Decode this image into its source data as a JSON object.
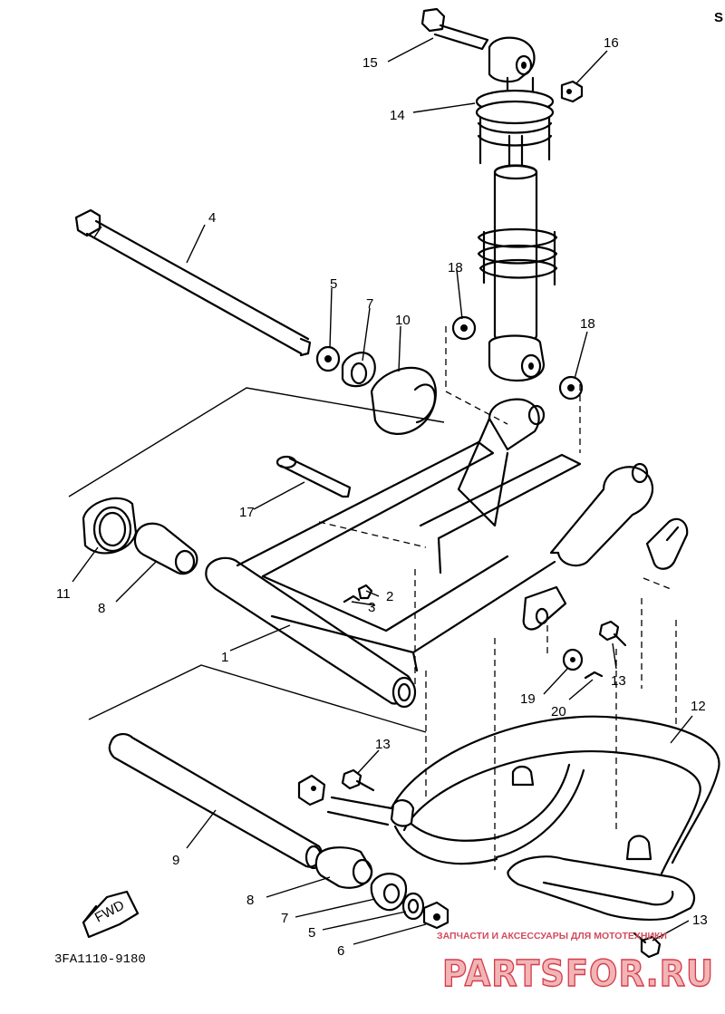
{
  "diagram": {
    "code": "3FA1110-9180",
    "fwd_label": "FWD",
    "corner_mark": "S",
    "callouts": [
      {
        "id": "c1",
        "text": "1"
      },
      {
        "id": "c2",
        "text": "2"
      },
      {
        "id": "c3",
        "text": "3"
      },
      {
        "id": "c4",
        "text": "4"
      },
      {
        "id": "c5a",
        "text": "5"
      },
      {
        "id": "c5b",
        "text": "5"
      },
      {
        "id": "c6",
        "text": "6"
      },
      {
        "id": "c7a",
        "text": "7"
      },
      {
        "id": "c7b",
        "text": "7"
      },
      {
        "id": "c8a",
        "text": "8"
      },
      {
        "id": "c8b",
        "text": "8"
      },
      {
        "id": "c9",
        "text": "9"
      },
      {
        "id": "c10",
        "text": "10"
      },
      {
        "id": "c11",
        "text": "11"
      },
      {
        "id": "c12",
        "text": "12"
      },
      {
        "id": "c13a",
        "text": "13"
      },
      {
        "id": "c13b",
        "text": "13"
      },
      {
        "id": "c13c",
        "text": "13"
      },
      {
        "id": "c14",
        "text": "14"
      },
      {
        "id": "c15",
        "text": "15"
      },
      {
        "id": "c16",
        "text": "16"
      },
      {
        "id": "c17",
        "text": "17"
      },
      {
        "id": "c18a",
        "text": "18"
      },
      {
        "id": "c18b",
        "text": "18"
      },
      {
        "id": "c19",
        "text": "19"
      },
      {
        "id": "c20",
        "text": "20"
      }
    ]
  },
  "watermark": {
    "caption": "ЗАПЧАСТИ И АКСЕССУАРЫ ДЛЯ МОТОТЕХНИКИ",
    "brand": "PARTSFOR.RU",
    "colors": {
      "text": "#d24a5a",
      "fill": "#f1b5b5"
    }
  }
}
